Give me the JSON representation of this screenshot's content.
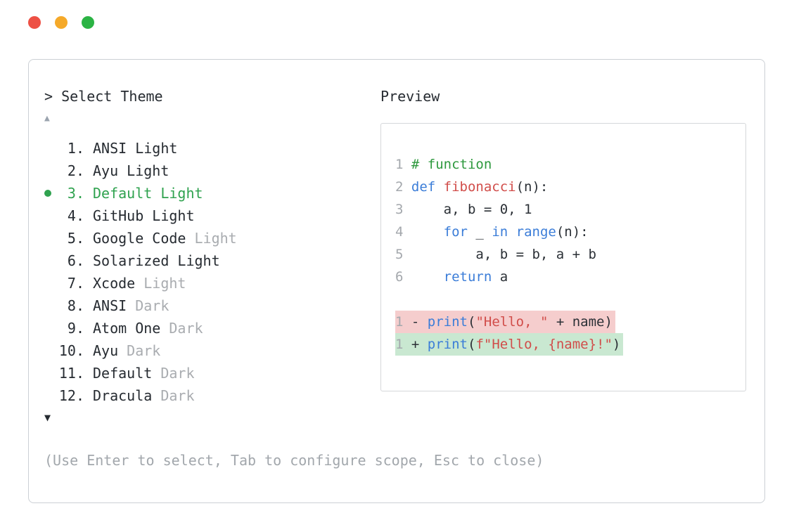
{
  "window": {
    "traffic_lights": [
      {
        "name": "close",
        "color": "#ed5044"
      },
      {
        "name": "minimize",
        "color": "#f5a929"
      },
      {
        "name": "zoom",
        "color": "#2bb344"
      }
    ]
  },
  "picker": {
    "prompt": "> Select Theme",
    "scroll_up": "▲",
    "scroll_down": "▼",
    "items": [
      {
        "number": "1.",
        "name": "ANSI Light",
        "suffix": "",
        "selected": false
      },
      {
        "number": "2.",
        "name": "Ayu Light",
        "suffix": "",
        "selected": false
      },
      {
        "number": "3.",
        "name": "Default Light",
        "suffix": "",
        "selected": true
      },
      {
        "number": "4.",
        "name": "GitHub Light",
        "suffix": "",
        "selected": false
      },
      {
        "number": "5.",
        "name": "Google Code",
        "suffix": " Light",
        "selected": false
      },
      {
        "number": "6.",
        "name": "Solarized Light",
        "suffix": "",
        "selected": false
      },
      {
        "number": "7.",
        "name": "Xcode",
        "suffix": " Light",
        "selected": false
      },
      {
        "number": "8.",
        "name": "ANSI",
        "suffix": " Dark",
        "selected": false
      },
      {
        "number": "9.",
        "name": "Atom One",
        "suffix": " Dark",
        "selected": false
      },
      {
        "number": "10.",
        "name": "Ayu",
        "suffix": " Dark",
        "selected": false
      },
      {
        "number": "11.",
        "name": "Default",
        "suffix": " Dark",
        "selected": false
      },
      {
        "number": "12.",
        "name": "Dracula",
        "suffix": " Dark",
        "selected": false
      }
    ],
    "footer_hint": "(Use Enter to select, Tab to configure scope, Esc to close)"
  },
  "preview": {
    "title": "Preview",
    "code_lines": [
      {
        "num": "1",
        "bg": "",
        "tokens": [
          {
            "t": "# function",
            "c": "comment"
          }
        ]
      },
      {
        "num": "2",
        "bg": "",
        "tokens": [
          {
            "t": "def ",
            "c": "keyword"
          },
          {
            "t": "fibonacci",
            "c": "name"
          },
          {
            "t": "(n):",
            "c": "plain"
          }
        ]
      },
      {
        "num": "3",
        "bg": "",
        "tokens": [
          {
            "t": "    a, b = 0, 1",
            "c": "plain"
          }
        ]
      },
      {
        "num": "4",
        "bg": "",
        "tokens": [
          {
            "t": "    ",
            "c": "plain"
          },
          {
            "t": "for",
            "c": "keyword"
          },
          {
            "t": " _ ",
            "c": "plain"
          },
          {
            "t": "in",
            "c": "keyword"
          },
          {
            "t": " ",
            "c": "plain"
          },
          {
            "t": "range",
            "c": "keyword"
          },
          {
            "t": "(n):",
            "c": "plain"
          }
        ]
      },
      {
        "num": "5",
        "bg": "",
        "tokens": [
          {
            "t": "        a, b = b, a + b",
            "c": "plain"
          }
        ]
      },
      {
        "num": "6",
        "bg": "",
        "tokens": [
          {
            "t": "    ",
            "c": "plain"
          },
          {
            "t": "return",
            "c": "keyword"
          },
          {
            "t": " a",
            "c": "plain"
          }
        ]
      },
      {
        "num": "",
        "bg": "",
        "tokens": []
      },
      {
        "num": "1",
        "bg": "removed",
        "tokens": [
          {
            "t": "- ",
            "c": "plain"
          },
          {
            "t": "print",
            "c": "keyword"
          },
          {
            "t": "(",
            "c": "plain"
          },
          {
            "t": "\"Hello, \"",
            "c": "string"
          },
          {
            "t": " + name)",
            "c": "plain"
          }
        ]
      },
      {
        "num": "1",
        "bg": "added",
        "tokens": [
          {
            "t": "+ ",
            "c": "plain"
          },
          {
            "t": "print",
            "c": "keyword"
          },
          {
            "t": "(",
            "c": "plain"
          },
          {
            "t": "f\"Hello, {name}!\"",
            "c": "string"
          },
          {
            "t": ")",
            "c": "plain"
          }
        ]
      }
    ]
  },
  "colors": {
    "selected_green": "#2fa24f",
    "muted_gray": "#a9acb0",
    "comment_green": "#2e993e",
    "keyword_blue": "#3b7dd8",
    "string_red": "#d14d4a",
    "line_number_gray": "#a4a8ad",
    "removed_bg": "#f5cdcd",
    "added_bg": "#c9e8d1",
    "traffic_red": "#ed5044",
    "traffic_yellow": "#f5a929",
    "traffic_green": "#2bb344"
  }
}
